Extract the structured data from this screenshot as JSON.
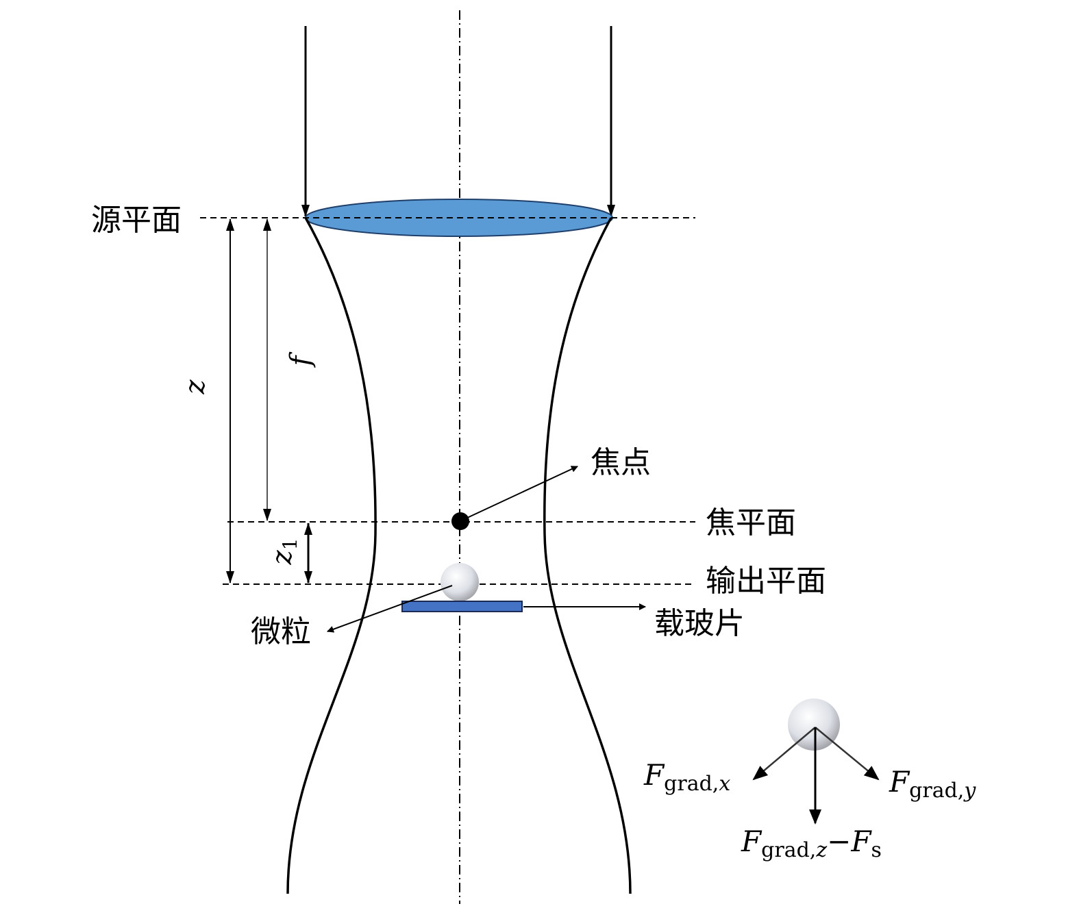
{
  "labels": {
    "source_plane": "源平面",
    "focal_point": "焦点",
    "focal_plane": "焦平面",
    "output_plane": "输出平面",
    "particle": "微粒",
    "slide": "载玻片",
    "z": "z",
    "f": "f",
    "z1": {
      "main": "z",
      "sub": "1"
    }
  },
  "forces": {
    "x": {
      "main": "F",
      "sub": "grad,",
      "sub_var": "x"
    },
    "y": {
      "main": "F",
      "sub": "grad,",
      "sub_var": "y"
    },
    "z": {
      "main": "F",
      "sub": "grad,",
      "sub_var": "z",
      "minus": "−",
      "main2": "F",
      "sub2": "s"
    }
  },
  "colors": {
    "lens": "#5B9BD5",
    "slide": "#4472C4",
    "line": "#000000"
  }
}
